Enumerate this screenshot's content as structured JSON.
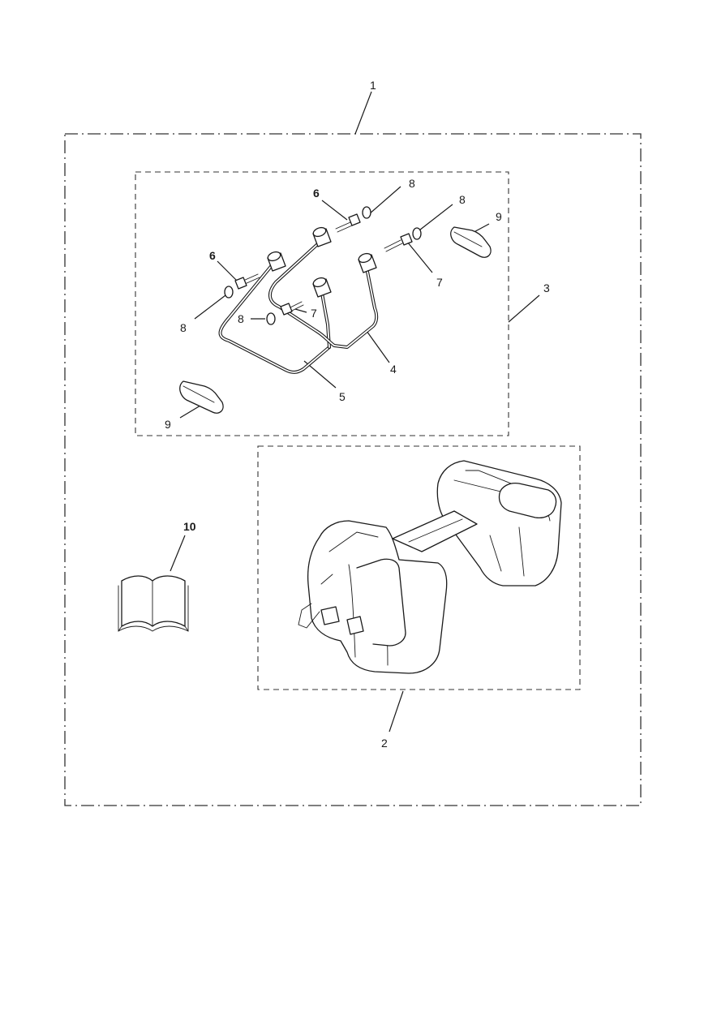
{
  "callouts": {
    "c1": "1",
    "c2": "2",
    "c3": "3",
    "c4": "4",
    "c5": "5",
    "c6a": "6",
    "c6b": "6",
    "c7a": "7",
    "c7b": "7",
    "c8a": "8",
    "c8b": "8",
    "c8c": "8",
    "c8d": "8",
    "c9a": "9",
    "c9b": "9",
    "c10": "10"
  },
  "icons": {
    "manual": "open-book-icon",
    "panniers": "pannier-bags-icon",
    "rails": "mounting-rail-icon"
  },
  "colors": {
    "line": "#1a1a1a",
    "background": "#ffffff"
  }
}
